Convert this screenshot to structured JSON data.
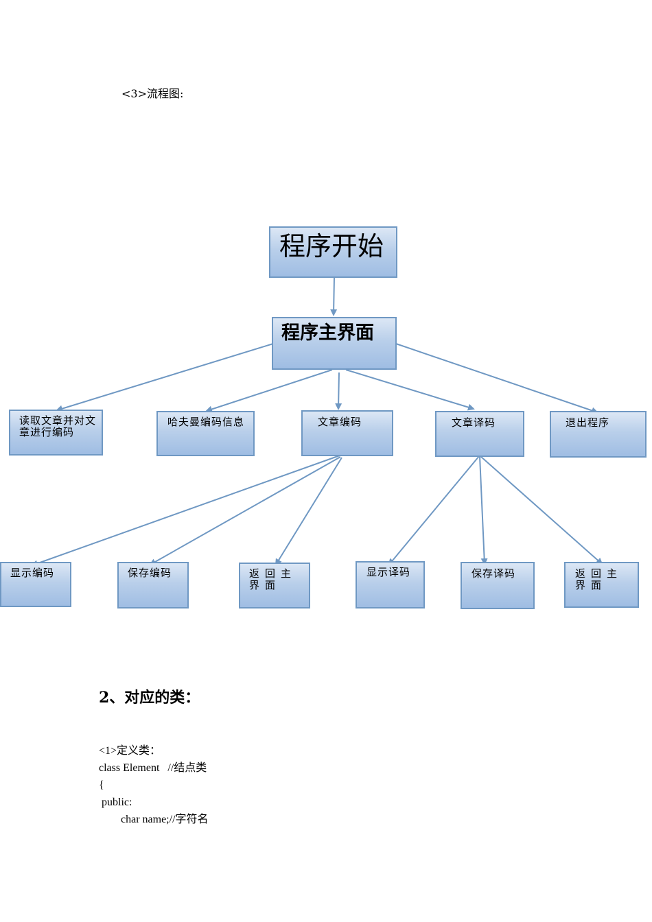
{
  "section_label": "<3>流程图:",
  "flowchart": {
    "start": "程序开始",
    "main": "程序主界面",
    "level2": [
      "读取文章并对文章进行编码",
      "哈夫曼编码信息",
      "文章编码",
      "文章译码",
      "退出程序"
    ],
    "level3_encode": [
      "显示编码",
      "保存编码",
      "返回主界面"
    ],
    "level3_decode": [
      "显示译码",
      "保存译码",
      "返回主界面"
    ],
    "colors": {
      "box_border": "#6f98c3",
      "box_fill_top": "#dce7f5",
      "box_fill_bottom": "#9fbde3",
      "arrow": "#6f98c3"
    }
  },
  "section2_heading": "2、对应的类：",
  "code_lines": [
    "<1>定义类：",
    "class Element   //结点类",
    "{",
    " public:",
    "        char name;//字符名"
  ]
}
